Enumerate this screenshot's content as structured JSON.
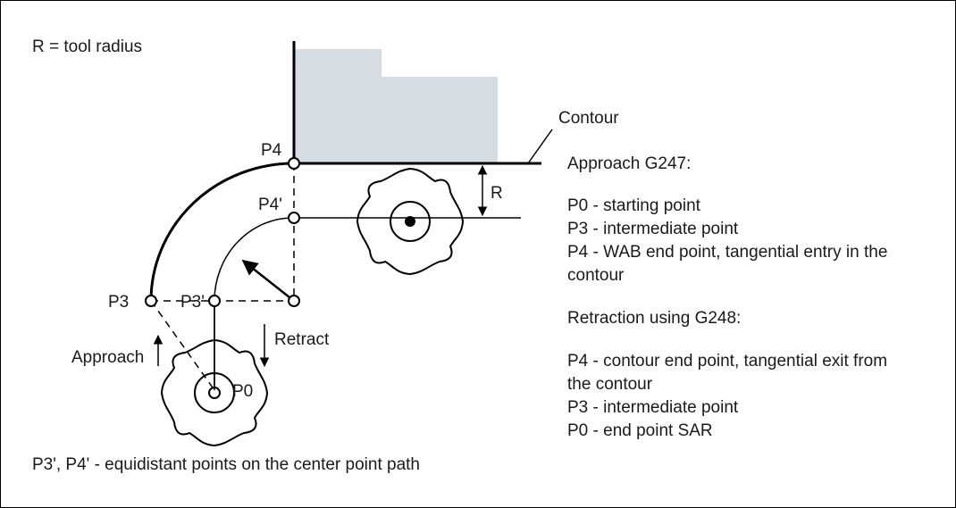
{
  "legend": {
    "radius_note": "R = tool radius",
    "equidistant_note": "P3', P4' - equidistant points on the center point path"
  },
  "labels": {
    "contour": "Contour",
    "r": "R",
    "p4": "P4",
    "p4_prime": "P4'",
    "p3": "P3",
    "p3_prime": "P3'",
    "p0": "P0",
    "approach": "Approach",
    "retract": "Retract"
  },
  "description": {
    "approach_title": "Approach G247:",
    "approach_items": [
      "P0 - starting point",
      "P3 - intermediate point",
      "P4 - WAB end point, tangential entry in the",
      "contour"
    ],
    "retraction_title": "Retraction using G248:",
    "retraction_items": [
      "P4 - contour end point, tangential exit from",
      "the contour",
      "P3 - intermediate point",
      "P0 - end point SAR"
    ]
  },
  "colors": {
    "workpiece": "#d5dde3",
    "stroke": "#000000"
  }
}
